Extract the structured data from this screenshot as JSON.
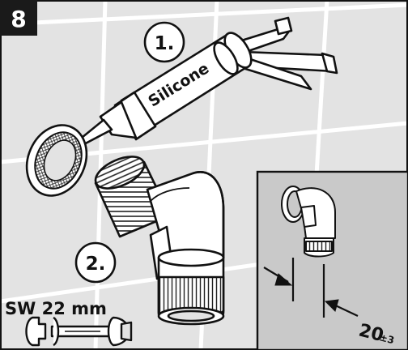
{
  "step": {
    "number": "8"
  },
  "callouts": {
    "first": "1.",
    "second": "2."
  },
  "cartridge": {
    "label": "Silicone"
  },
  "wrench": {
    "size": "SW 22 mm"
  },
  "dimension": {
    "value": "20",
    "tolerance": "±3"
  },
  "colors": {
    "wall": "#e3e3e3",
    "grout": "#ffffff",
    "inset_wall": "#c9c9c9",
    "ink": "#111111",
    "step_badge": "#1a1a1a",
    "part_fill": "#ffffff"
  }
}
